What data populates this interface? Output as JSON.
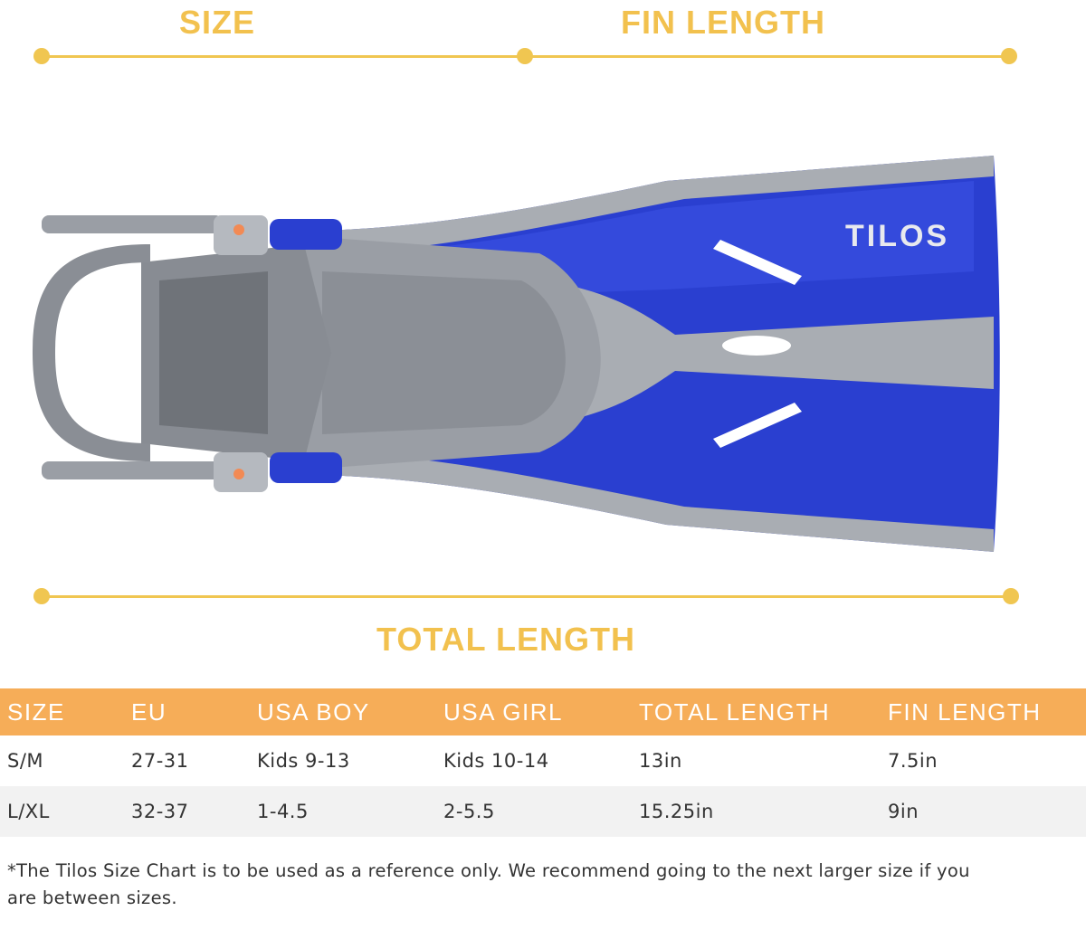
{
  "labels": {
    "size": "SIZE",
    "fin_length": "FIN LENGTH",
    "total_length": "TOTAL LENGTH"
  },
  "product": {
    "brand": "TILOS"
  },
  "table": {
    "headers": [
      "SIZE",
      "EU",
      "USA BOY",
      "USA GIRL",
      "TOTAL LENGTH",
      "FIN LENGTH"
    ],
    "rows": [
      [
        "S/M",
        "27-31",
        "Kids 9-13",
        "Kids 10-14",
        "13in",
        "7.5in"
      ],
      [
        "L/XL",
        "32-37",
        "1-4.5",
        "2-5.5",
        "15.25in",
        "9in"
      ]
    ]
  },
  "footnote": "*The Tilos Size Chart is to be used as a reference only. We recommend going to the next larger size if you are between sizes.",
  "colors": {
    "accent_yellow": "#f0c651",
    "header_orange": "#f6ad58",
    "fin_blue": "#2a3fd0",
    "frame_gray": "#a9adb3"
  }
}
